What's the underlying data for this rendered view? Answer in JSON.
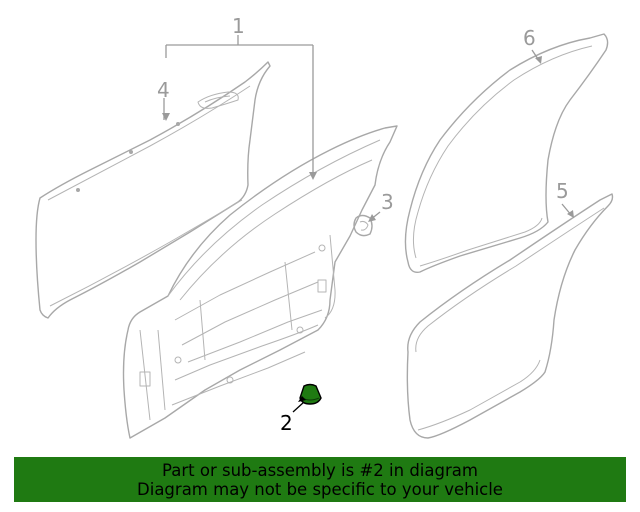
{
  "callouts": {
    "c1": "1",
    "c2": "2",
    "c3": "3",
    "c4": "4",
    "c5": "5",
    "c6": "6"
  },
  "highlight_color": "#1f7a12",
  "banner": {
    "line1": "Part or sub-assembly is #2 in diagram",
    "line2": "Diagram may not be specific to your vehicle",
    "background": "#1f7a12"
  }
}
